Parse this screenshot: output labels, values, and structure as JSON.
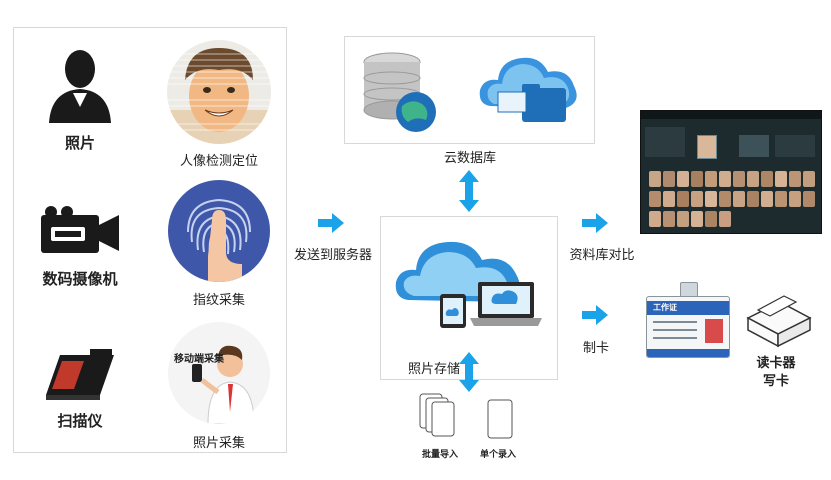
{
  "devices": {
    "photo": "照片",
    "camera": "数码摄像机",
    "scanner": "扫描仪"
  },
  "capture": {
    "face": "人像检测定位",
    "fingerprint": "指纹采集",
    "mobile_tag": "移动端采集",
    "photo": "照片采集"
  },
  "flow": {
    "send": "发送到服务器",
    "compare": "资料库对比",
    "make_card": "制卡"
  },
  "server": {
    "cloud_db": "云数据库",
    "photo_storage": "照片存储"
  },
  "import": {
    "batch": "批量导入",
    "single": "单个录入"
  },
  "card": {
    "reader_line1": "读卡器",
    "reader_line2": "写卡",
    "id_title": "工作证"
  },
  "colors": {
    "arrow": "#1aa3e8",
    "dark": "#1a1a1a",
    "face_skin": "#f2b884",
    "finger_bg": "#3e57a8",
    "cloud": "#2f8fd8"
  }
}
